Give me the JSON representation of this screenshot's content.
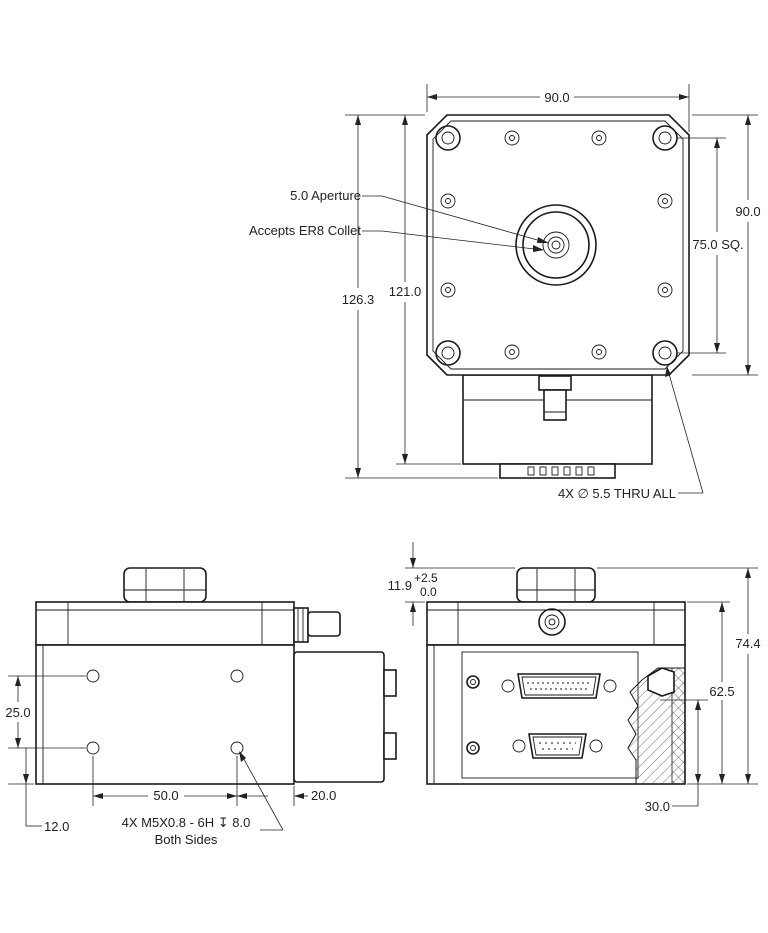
{
  "top_view": {
    "width_dim": "90.0",
    "height_dim": "90.0",
    "bolt_square": "75.0 SQ.",
    "overall_height": "126.3",
    "body_height": "121.0",
    "aperture_note": "5.0 Aperture",
    "collet_note": "Accepts ER8 Collet",
    "thru_hole_note": "4X ∅ 5.5 THRU ALL"
  },
  "side_view": {
    "hole_spacing_v": "25.0",
    "edge_offset": "12.0",
    "hole_spacing_h": "50.0",
    "offset_right": "20.0",
    "tapped_note_line1": "4X M5X0.8 - 6H ↧ 8.0",
    "tapped_note_line2": "Both Sides"
  },
  "front_view": {
    "clearance_dim": "11.9",
    "tol_upper": "+2.5",
    "tol_lower": "0.0",
    "overall_height": "74.4",
    "inner_height": "62.5",
    "connector_height": "30.0"
  }
}
